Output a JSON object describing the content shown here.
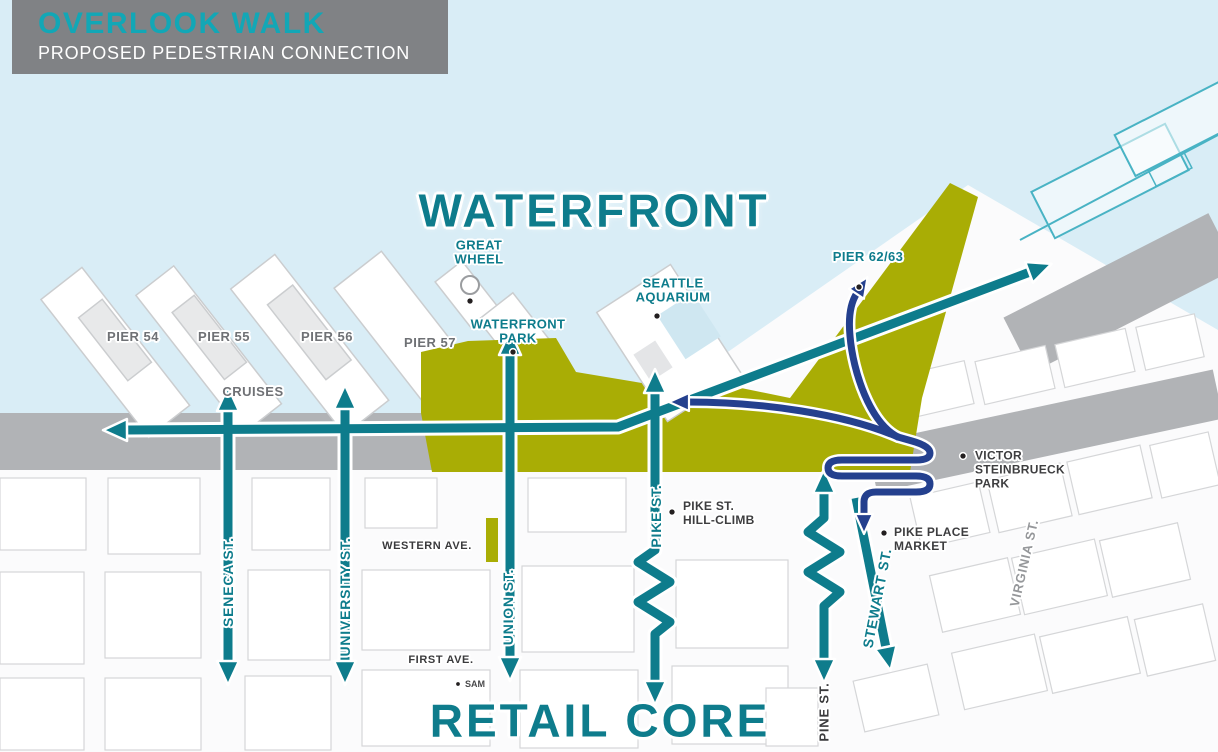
{
  "header": {
    "title": "OVERLOOK WALK",
    "subtitle": "PROPOSED PEDESTRIAN CONNECTION"
  },
  "regions": {
    "waterfront": "WATERFRONT",
    "retail_core": "RETAIL CORE"
  },
  "piers": {
    "pier54": "PIER 54",
    "pier55": "PIER 55",
    "cruises": "CRUISES",
    "pier56": "PIER 56",
    "pier57": "PIER 57",
    "pier6263": "PIER 62/63"
  },
  "pois": {
    "great_wheel": [
      "GREAT",
      "WHEEL"
    ],
    "waterfront_park": [
      "WATERFRONT",
      "PARK"
    ],
    "seattle_aquarium": [
      "SEATTLE",
      "AQUARIUM"
    ],
    "pike_hill_climb": [
      "PIKE ST.",
      "HILL-CLIMB"
    ],
    "victor_steinbrueck": [
      "VICTOR",
      "STEINBRUECK",
      "PARK"
    ],
    "pike_place_market": [
      "PIKE PLACE",
      "MARKET"
    ],
    "sam": "SAM"
  },
  "streets": {
    "seneca": "SENECA ST.",
    "university": "UNIVERSITY ST.",
    "union": "UNION ST.",
    "pike": "PIKE ST.",
    "stewart": "STEWART ST.",
    "pine": "PINE ST.",
    "virginia": "VIRGINIA ST.",
    "western_ave": "WESTERN AVE.",
    "first_ave": "FIRST AVE."
  },
  "colors": {
    "teal": "#0E7C8C",
    "navy": "#24408E",
    "olive": "#A8AC00",
    "water": "#D9EDF6",
    "road_gray": "#B1B3B6",
    "header_gray": "#808285"
  }
}
